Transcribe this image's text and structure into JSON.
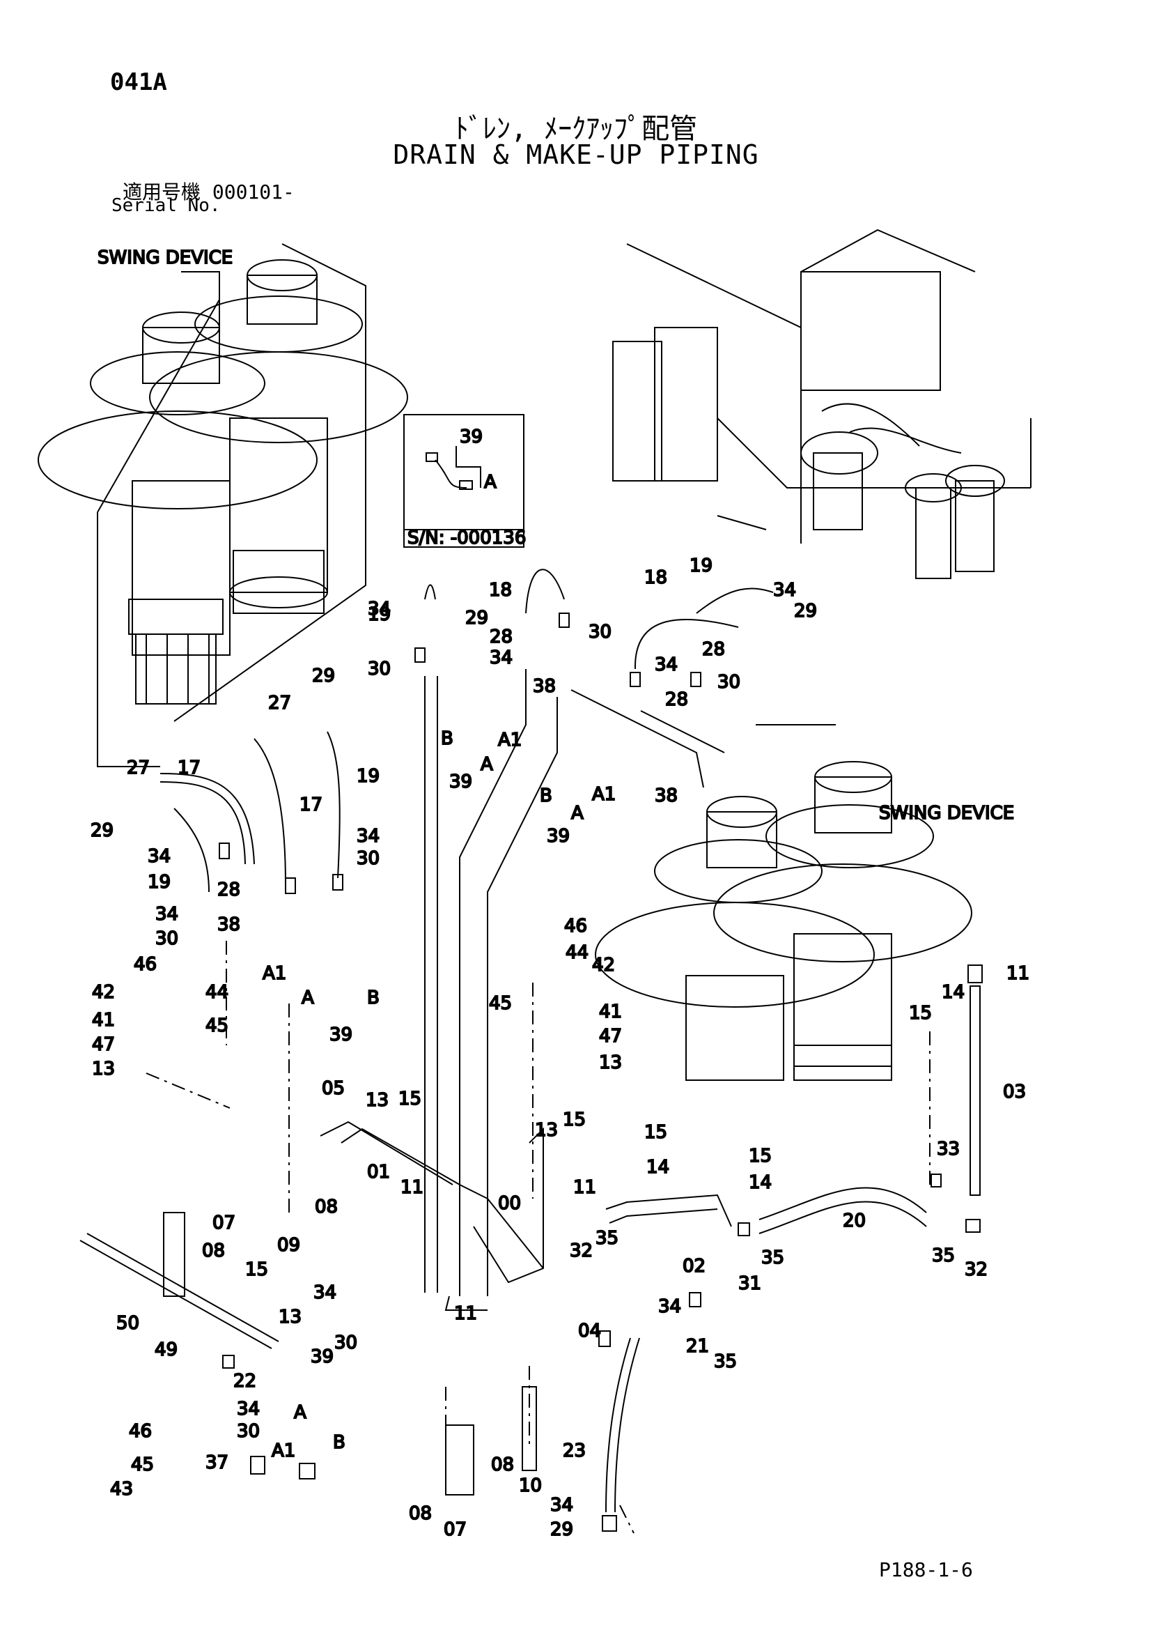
{
  "page_code": "041A",
  "title_jp": "ﾄﾞﾚﾝ, ﾒｰｸｱｯﾌﾟ配管",
  "title_en": "DRAIN & MAKE-UP PIPING",
  "serial_jp": "適用号機  000101-",
  "serial_en": "Serial No.",
  "footer_code": "P188-1-6",
  "callouts": {
    "swing_device_left": "SWING DEVICE",
    "swing_device_right": "SWING DEVICE",
    "inset_sn": "S/N: -000136"
  },
  "part_labels": [
    "39",
    "A",
    "34",
    "29",
    "19",
    "30",
    "18",
    "28",
    "34",
    "30",
    "18",
    "19",
    "34",
    "29",
    "28",
    "34",
    "30",
    "28",
    "38",
    "A1",
    "A",
    "B",
    "39",
    "B",
    "A",
    "A1",
    "38",
    "39",
    "29",
    "27",
    "27",
    "17",
    "19",
    "17",
    "34",
    "30",
    "29",
    "34",
    "19",
    "28",
    "34",
    "38",
    "30",
    "A1",
    "A",
    "B",
    "39",
    "46",
    "42",
    "44",
    "45",
    "41",
    "47",
    "13",
    "46",
    "42",
    "44",
    "45",
    "41",
    "47",
    "13",
    "11",
    "14",
    "15",
    "03",
    "33",
    "35",
    "32",
    "20",
    "05",
    "13",
    "15",
    "13",
    "15",
    "15",
    "14",
    "15",
    "14",
    "01",
    "11",
    "00",
    "11",
    "32",
    "35",
    "02",
    "35",
    "31",
    "08",
    "09",
    "07",
    "08",
    "50",
    "49",
    "15",
    "34",
    "13",
    "30",
    "11",
    "04",
    "21",
    "35",
    "34",
    "22",
    "34",
    "30",
    "46",
    "37",
    "45",
    "43",
    "39",
    "A",
    "A1",
    "B",
    "08",
    "10",
    "08",
    "07",
    "23",
    "34",
    "29"
  ]
}
